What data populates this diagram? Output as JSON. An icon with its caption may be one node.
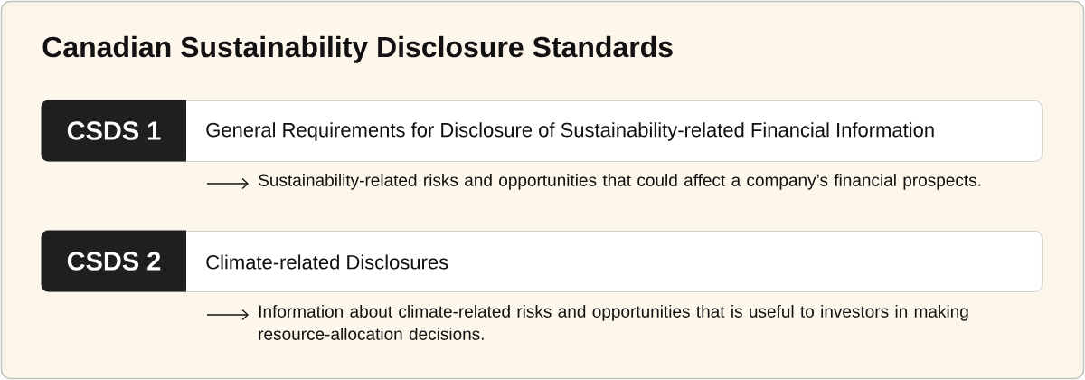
{
  "diagram": {
    "title": "Canadian Sustainability Disclosure Standards",
    "nodes": [
      {
        "text": [
          "CSDS 1",
          "General Requirements for Disclosure of Sustainability-related Financial Information"
        ]
      },
      {
        "text": [
          "Sustainability-related risks and opportunities that could affect a company’s financial prospects."
        ]
      },
      {
        "text": [
          "CSDS 2",
          "Climate-related Disclosures"
        ]
      },
      {
        "text": [
          "Information about climate-related risks and opportunities that is useful to investors in making resource-allocation decisions."
        ]
      }
    ],
    "edges": [
      {
        "from": null,
        "to": 1,
        "arrow": "to"
      },
      {
        "from": null,
        "to": 3,
        "arrow": "to"
      }
    ]
  }
}
